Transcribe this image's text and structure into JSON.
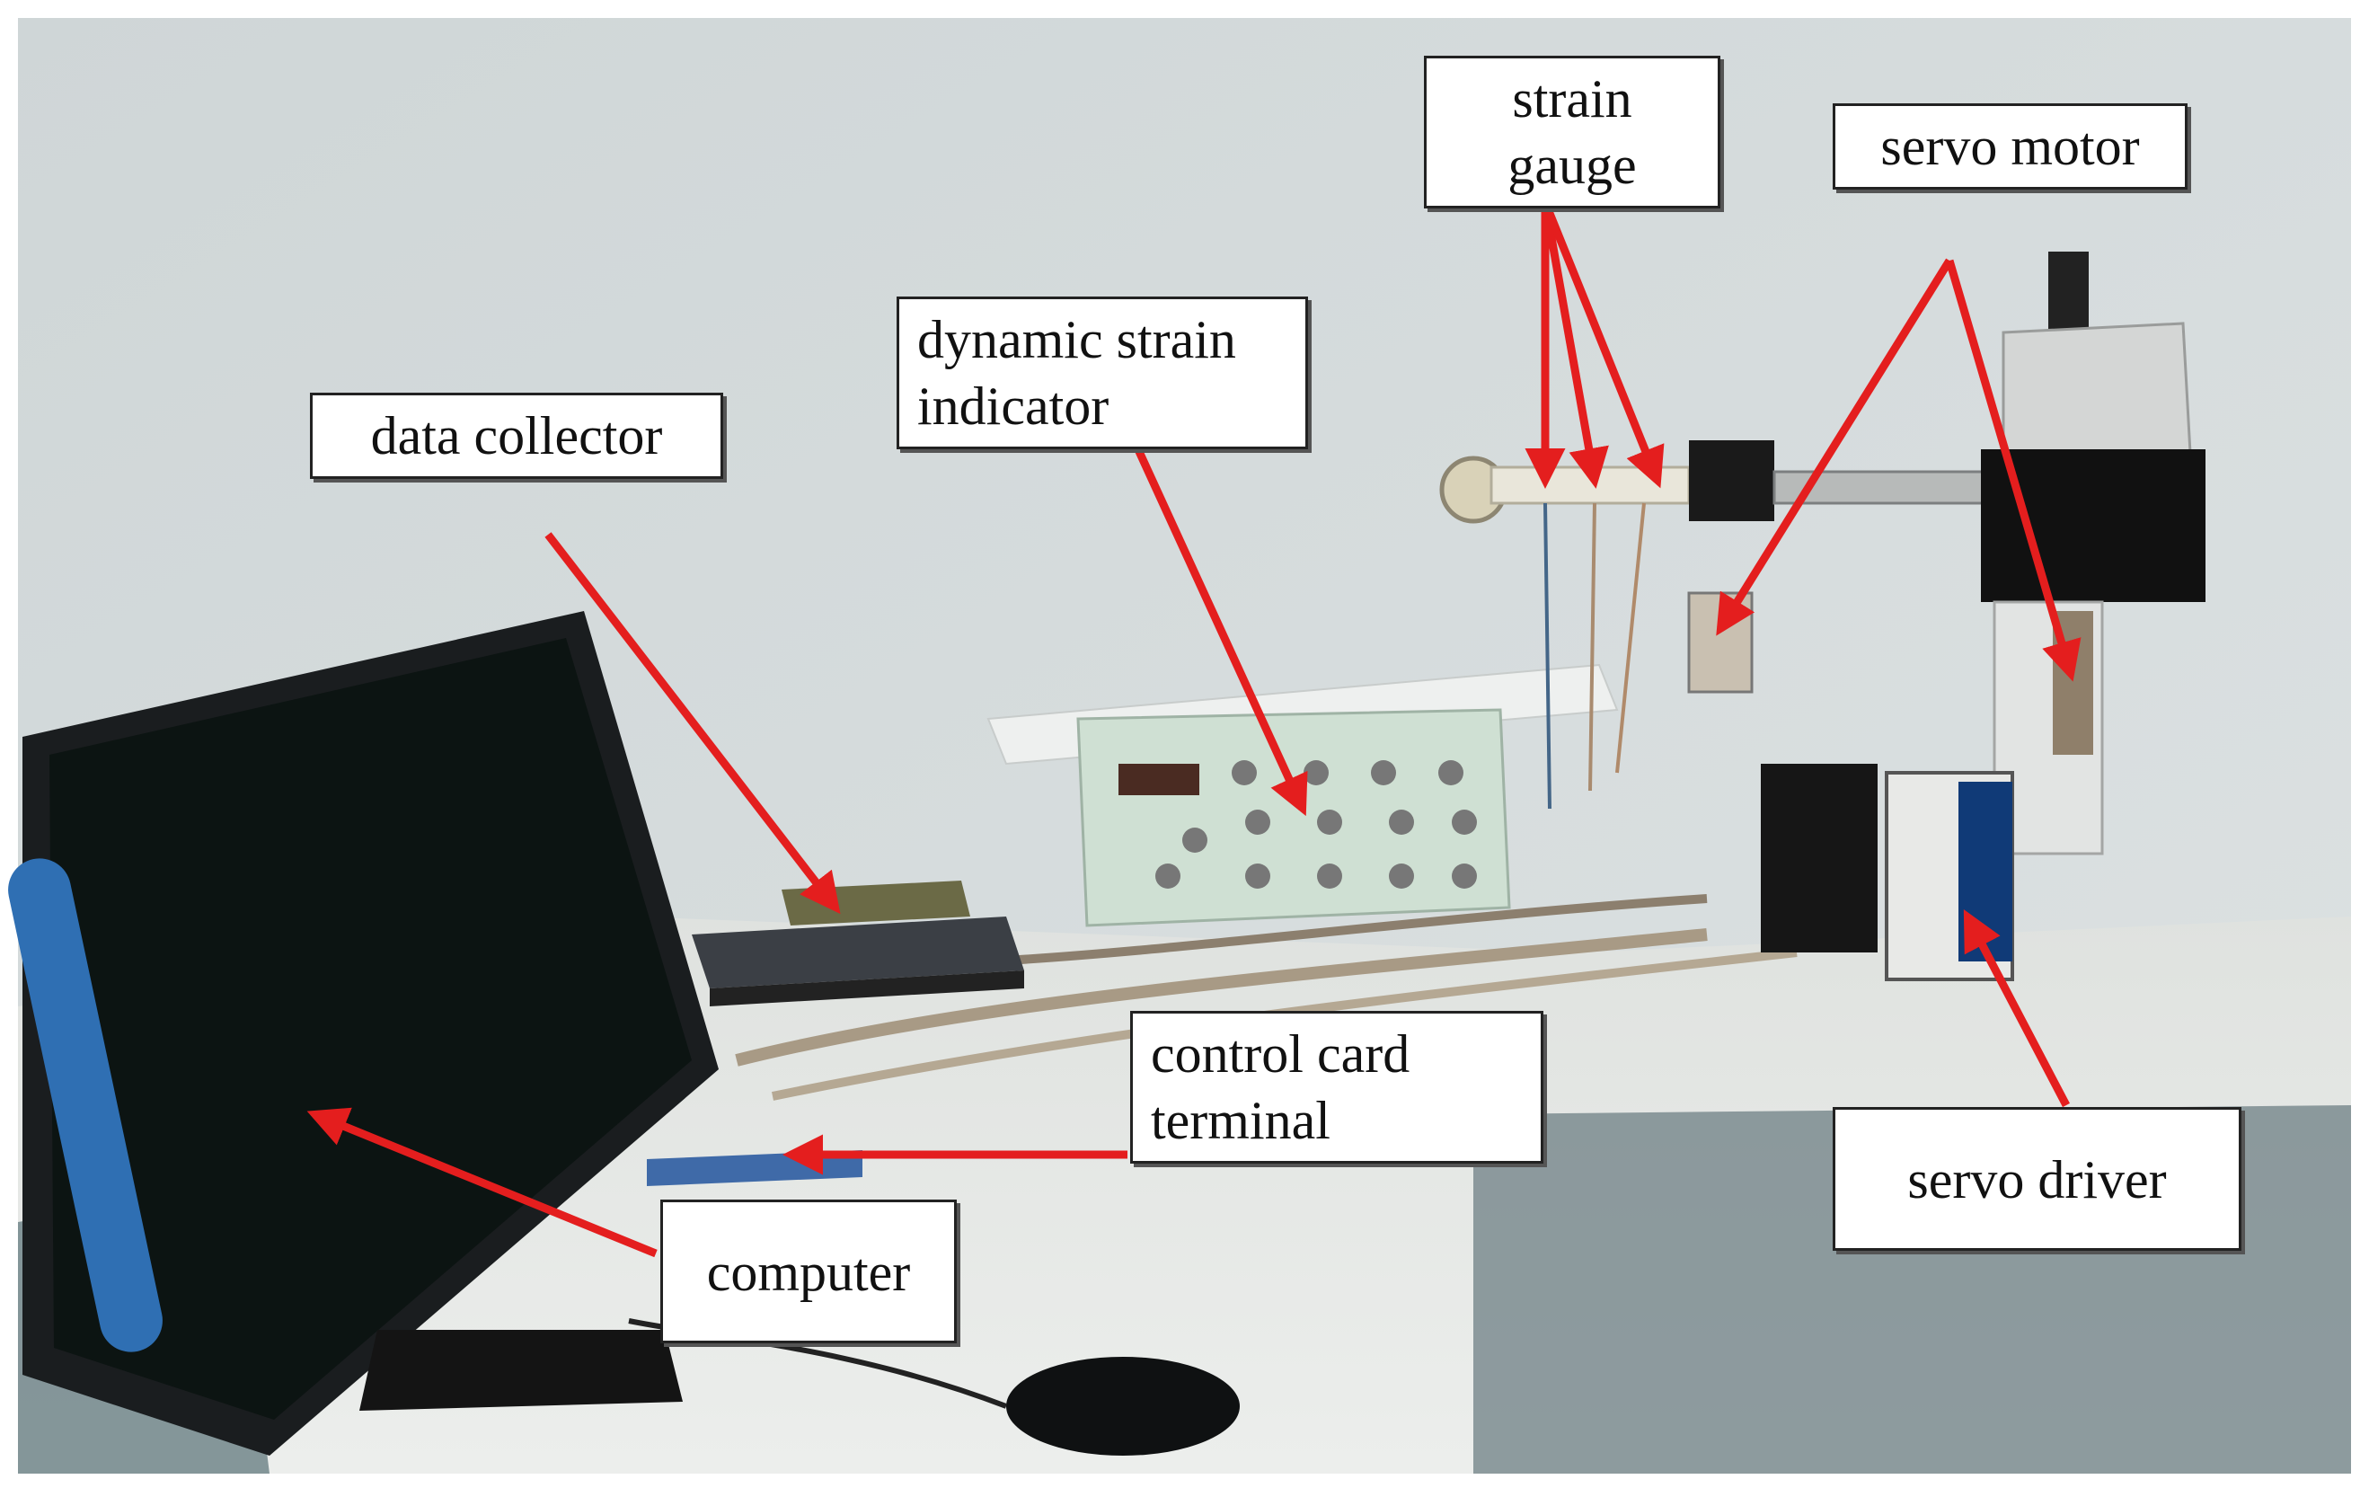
{
  "colors": {
    "arrow": "#e41e1e",
    "wall": "#d6dcdd",
    "table": "#e6e8e6",
    "frame": "#ffffff"
  },
  "labels": {
    "strain_gauge": [
      "strain",
      "gauge"
    ],
    "servo_motor": "servo motor",
    "dynamic_strain_indicator": [
      "dynamic strain",
      "indicator"
    ],
    "data_collector": "data collector",
    "control_card_terminal": [
      "control card",
      "terminal"
    ],
    "servo_driver": "servo driver",
    "computer": "computer"
  },
  "objects": [
    "computer",
    "mouse",
    "data-collector",
    "dynamic-strain-indicator",
    "control-card-terminal",
    "strain-gauge-shaft",
    "servo-motor",
    "servo-driver",
    "test-frame"
  ]
}
